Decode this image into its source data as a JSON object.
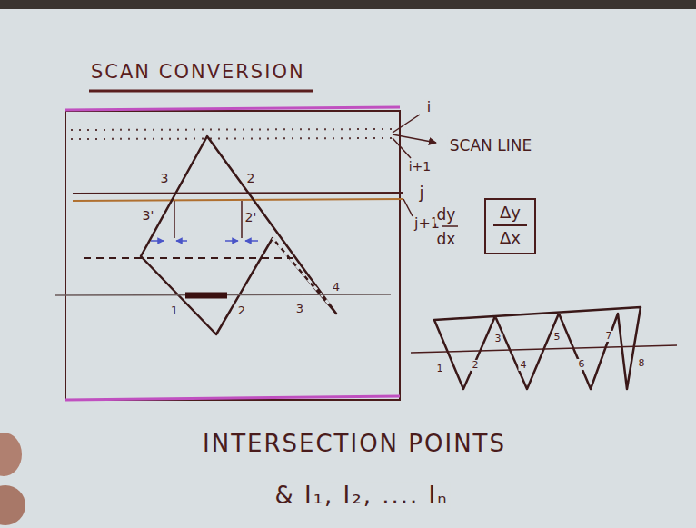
{
  "diagram": {
    "title": "SCAN CONVERSION",
    "nodes": [
      {
        "text": [
          "Δy",
          "Δx"
        ]
      }
    ],
    "labels": [
      "i",
      "SCAN LINE",
      "i+1",
      "3",
      "2",
      "3'",
      "2'",
      "j",
      "j+1",
      "1",
      "2",
      "3",
      "4",
      "dy",
      "dx",
      "1",
      "2",
      "3",
      "4",
      "5",
      "6",
      "7",
      "8",
      "INTERSECTION POINTS",
      "& I₁, I₂, .... Iₙ"
    ]
  }
}
